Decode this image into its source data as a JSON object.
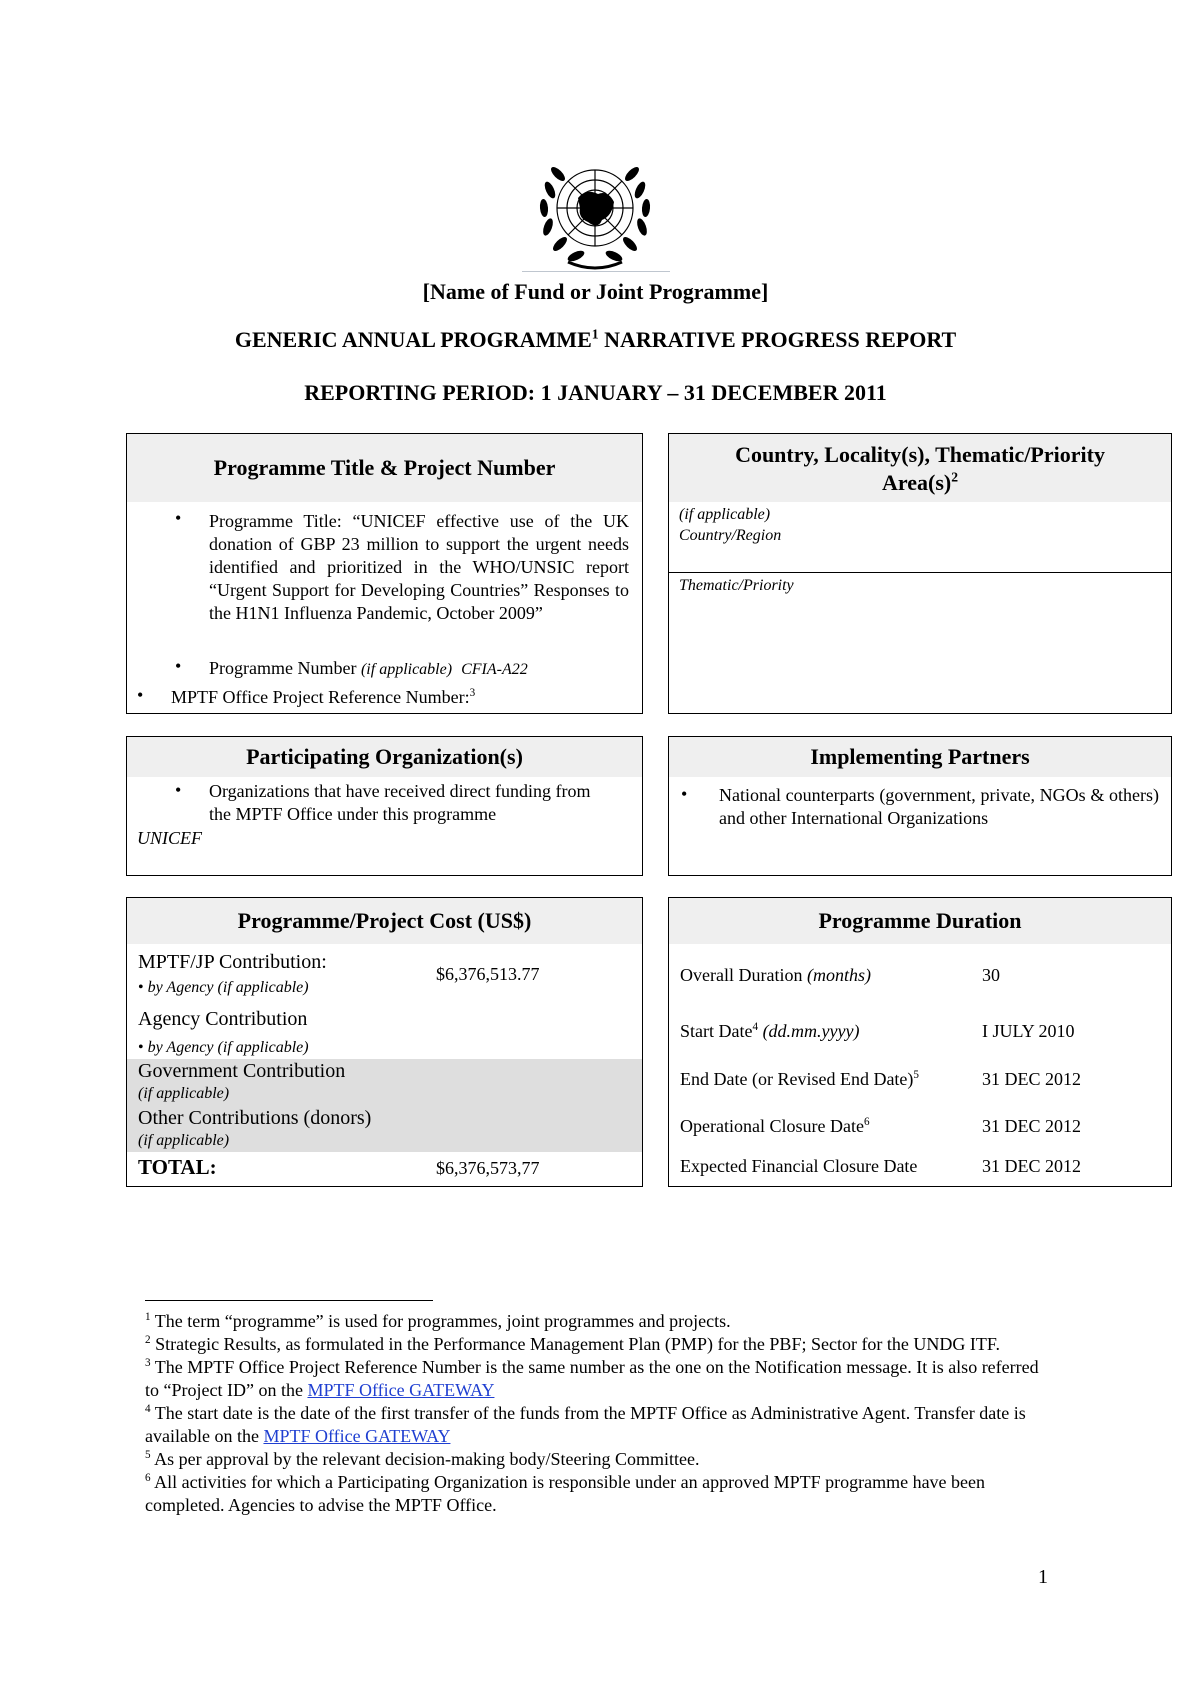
{
  "header": {
    "fund_name": "[Name of Fund or Joint Programme]",
    "report_title_pre": "GENERIC ANNUAL PROGRAMME",
    "report_title_sup": "1",
    "report_title_post": " NARRATIVE PROGRESS REPORT",
    "reporting_period": "REPORTING PERIOD: 1 JANUARY – 31 DECEMBER 2011"
  },
  "programme_title_box": {
    "heading": "Programme Title & Project Number",
    "title_label": "Programme Title: “UNICEF effective use of the UK donation of GBP 23 million to support the urgent needs identified and prioritized in the WHO/UNSIC report “Urgent Support for Developing Countries” Responses to the H1N1 Influenza Pandemic, October 2009”",
    "number_label": "Programme Number ",
    "number_hint": "(if applicable)",
    "number_value": "CFIA-A22",
    "mptf_ref_label": "MPTF Office Project Reference Number:",
    "mptf_ref_sup": "3"
  },
  "country_box": {
    "heading_line1": "Country, Locality(s), Thematic/Priority",
    "heading_line2": "Area(s)",
    "heading_sup": "2",
    "if_applicable": "(if applicable)",
    "country_region": "Country/Region",
    "thematic": "Thematic/Priority"
  },
  "participating_box": {
    "heading": "Participating Organization(s)",
    "bullet": "Organizations that have received direct funding from the MPTF Office under this programme",
    "value": "UNICEF"
  },
  "implementing_box": {
    "heading": "Implementing Partners",
    "bullet": "National counterparts (government, private, NGOs & others) and other International Organizations"
  },
  "cost_box": {
    "heading": "Programme/Project Cost (US$)",
    "mptf_label": "MPTF/JP Contribution:",
    "mptf_sub": "by Agency (if applicable)",
    "mptf_value": "$6,376,513.77",
    "agency_label": "Agency Contribution",
    "agency_sub": "by Agency (if applicable)",
    "gov_label": "Government Contribution",
    "gov_sub": "(if applicable)",
    "other_label": "Other Contributions (donors)",
    "other_sub": "(if applicable)",
    "total_label": "TOTAL:",
    "total_value": "$6,376,573,77"
  },
  "duration_box": {
    "heading": "Programme Duration",
    "overall_label": "Overall Duration ",
    "overall_hint": "(months)",
    "overall_value": "30",
    "start_label": "Start Date",
    "start_sup": "4",
    "start_hint": " (dd.mm.yyyy)",
    "start_value": "I JULY 2010",
    "end_label": "End Date (or Revised End Date)",
    "end_sup": "5",
    "end_value": "31 DEC 2012",
    "op_label": "Operational Closure Date",
    "op_sup": "6",
    "op_value": "31 DEC 2012",
    "fin_label": "Expected Financial Closure Date",
    "fin_value": "31 DEC 2012"
  },
  "footnotes": {
    "fn1_sup": "1",
    "fn1": " The term “programme” is used for programmes, joint programmes and projects.",
    "fn2_sup": "2",
    "fn2": " Strategic Results, as formulated in the Performance Management Plan (PMP) for the PBF; Sector for the UNDG ITF.",
    "fn3_sup": "3",
    "fn3": " The MPTF Office Project Reference Number is the same number as the one on the Notification message. It is also referred to “Project ID” on the ",
    "fn3_link": "MPTF Office GATEWAY",
    "fn4_sup": "4",
    "fn4": " The start date is the date of the first transfer of the funds from the MPTF Office as Administrative Agent. Transfer date is available on the ",
    "fn4_link": "MPTF Office GATEWAY",
    "fn5_sup": "5",
    "fn5": " As per approval by the relevant decision-making body/Steering Committee.",
    "fn6_sup": "6",
    "fn6": " All activities for which a Participating Organization is responsible under an approved MPTF programme have been completed. Agencies to advise the MPTF Office."
  },
  "page_number": "1"
}
